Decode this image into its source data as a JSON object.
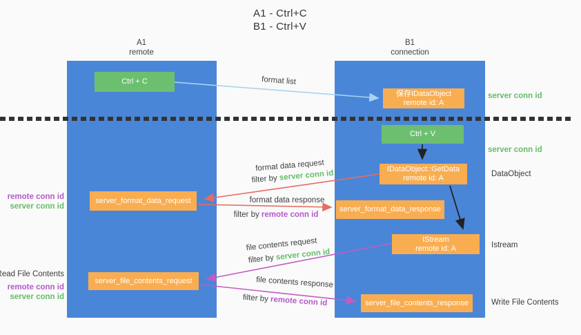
{
  "title": {
    "line1": "A1 - Ctrl+C",
    "line2": "B1 - Ctrl+V"
  },
  "columns": {
    "a1": {
      "name": "A1",
      "subtitle": "remote"
    },
    "b1": {
      "name": "B1",
      "subtitle": "connection"
    }
  },
  "boxes": {
    "ctrl_c": {
      "label": "Ctrl + C"
    },
    "save_idataobject": {
      "title": "保存IDataObject",
      "subtitle": "remote id: A"
    },
    "ctrl_v": {
      "label": "Ctrl + V"
    },
    "getdata": {
      "title": "IDataObject::GetData",
      "subtitle": "remote id: A"
    },
    "server_format_data_request": {
      "label": "server_format_data_request"
    },
    "server_format_data_response": {
      "label": "server_format_data_response"
    },
    "istream": {
      "title": "IStream",
      "subtitle": "remote id: A"
    },
    "server_file_contents_request": {
      "label": "server_file_contents_request"
    },
    "server_file_contents_response": {
      "label": "server_file_contents_response"
    }
  },
  "annotations": {
    "right_server_conn_id_top": "server conn id",
    "right_server_conn_id_mid": "server conn id",
    "right_dataobject": "DataObject",
    "right_istream": "Istream",
    "right_write_file": "Write File Contents",
    "left_remote_conn_id_top": "remote conn id",
    "left_server_conn_id_top": "server conn id",
    "left_read_file": "Read File Contents",
    "left_remote_conn_id_bottom": "remote conn id",
    "left_server_conn_id_bottom": "server conn id"
  },
  "arrow_labels": {
    "format_list": "format list",
    "format_data_request": "format data request",
    "filter_prefix_1": "filter by ",
    "filter_value_1": "server conn id",
    "format_data_response": "format data response",
    "filter_prefix_2": "filter by ",
    "filter_value_2": "remote conn id",
    "file_contents_request": "file contents request",
    "filter_prefix_3": "filter by ",
    "filter_value_3": "server conn id",
    "file_contents_response": "file contents response",
    "filter_prefix_4": "filter by ",
    "filter_value_4": "remote conn id"
  },
  "colors": {
    "column_blue": "#4a86d8",
    "box_green": "#6dbf70",
    "box_orange": "#f9ad51",
    "arrow_light_blue": "#a9d3f1",
    "arrow_red": "#e96b61",
    "arrow_magenta": "#c45ac4",
    "arrow_black": "#222222",
    "text_green": "#64bd68",
    "text_purple": "#b459c8",
    "separator_dark": "#333333"
  }
}
